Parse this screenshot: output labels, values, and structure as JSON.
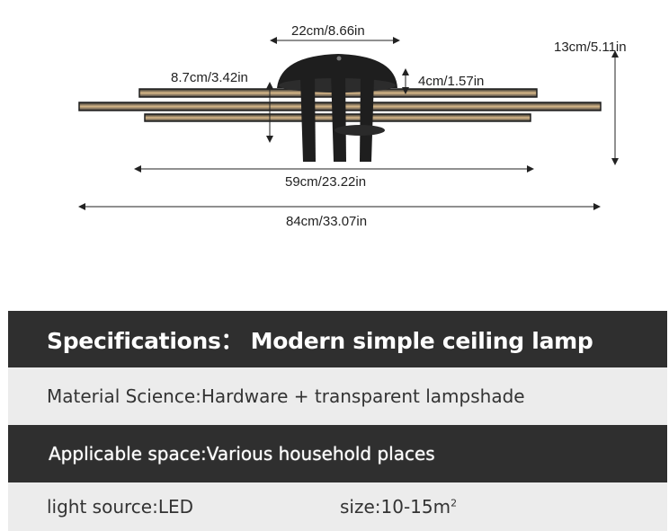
{
  "dimensions": {
    "top_width": "22cm/8.66in",
    "total_height": "13cm/5.11in",
    "side_height": "8.7cm/3.42in",
    "canopy_height": "4cm/1.57in",
    "mid_length": "59cm/23.22in",
    "full_length": "84cm/33.07in"
  },
  "specs": {
    "title": "Specifications： Modern simple ceiling lamp",
    "material": "Material Science:Hardware + transparent lampshade",
    "space": "Applicable space:Various household places",
    "light_source": "light source:LED",
    "size_label": "size:10-15m",
    "size_sup": "2"
  },
  "colors": {
    "dark_row": "#2f2f2f",
    "light_row": "#ececec",
    "lamp_body": "#1e1e1e",
    "lamp_glow": "#e6c99a"
  }
}
